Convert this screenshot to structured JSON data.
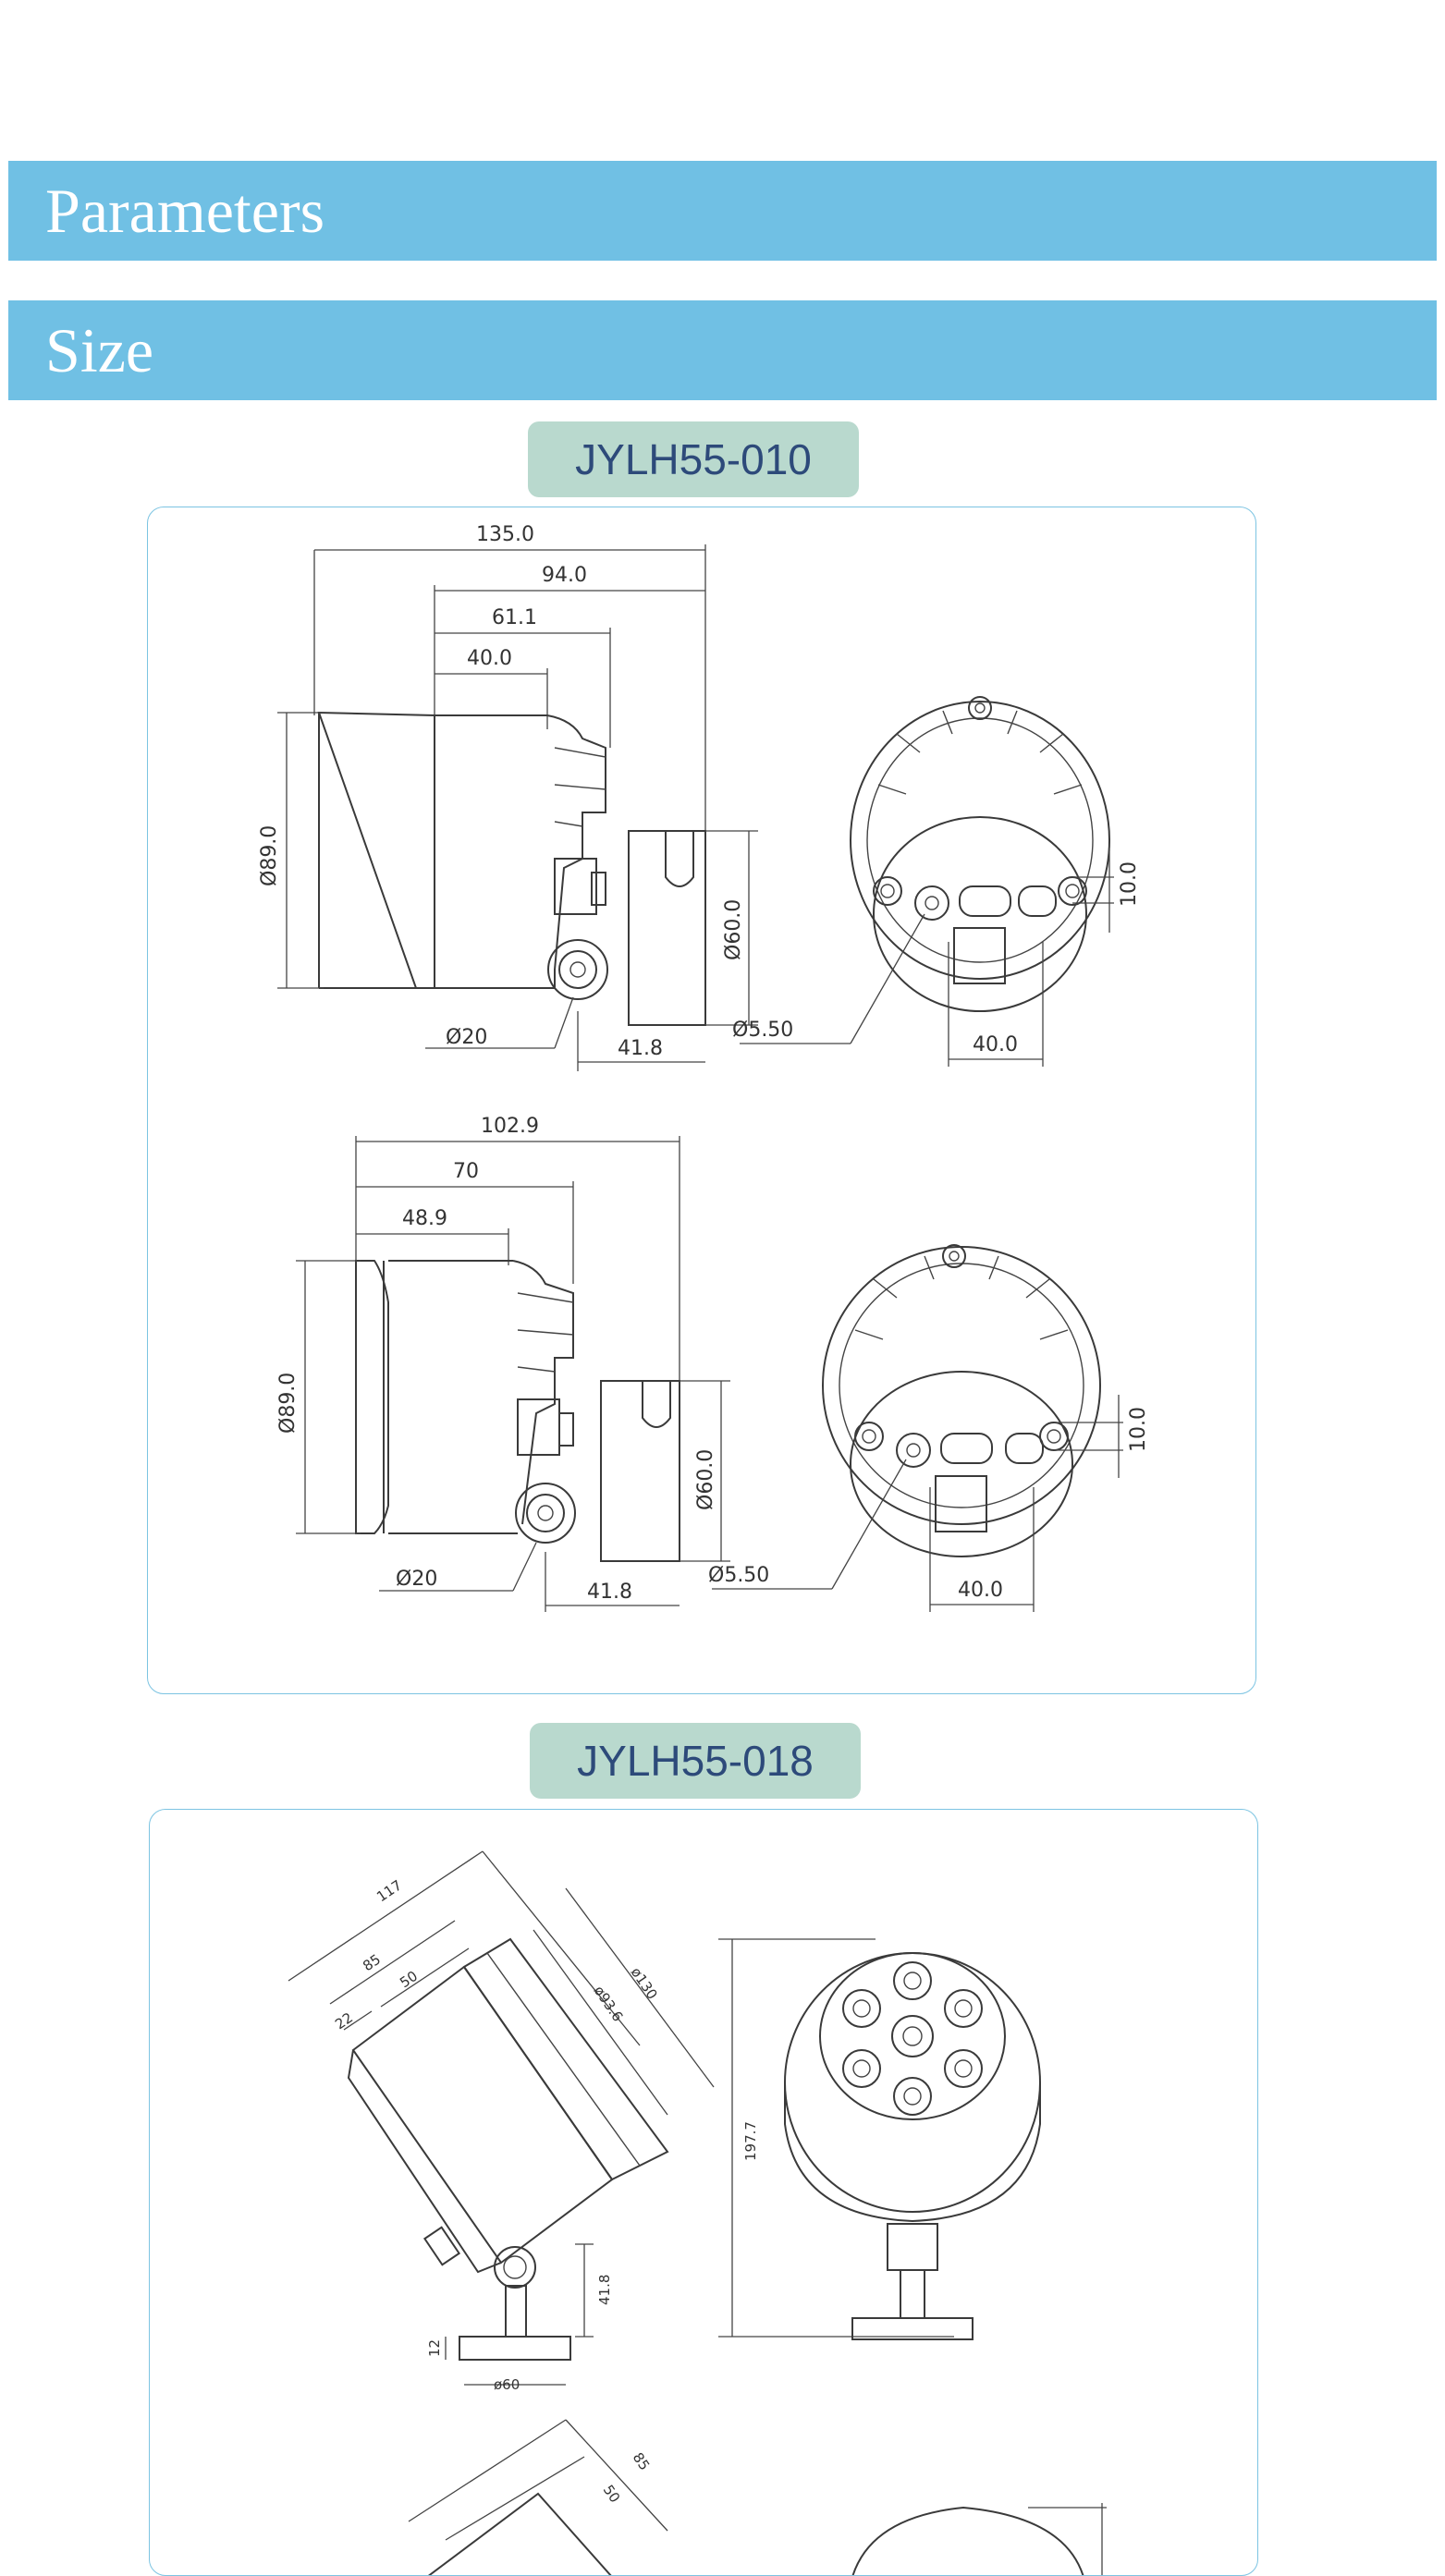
{
  "sections": {
    "parameters": "Parameters",
    "size": "Size"
  },
  "models": [
    {
      "name": "JYLH55-010",
      "views": [
        {
          "top_dims": [
            "135.0",
            "94.0",
            "61.1",
            "40.0"
          ],
          "height_dim": "Ø89.0",
          "mount_dim": "Ø60.0",
          "knob_dim": "Ø20",
          "offset_dim": "41.8",
          "hole_dim": "Ø5.50",
          "rear_width_dim": "40.0",
          "rear_height_dim": "10.0"
        },
        {
          "top_dims": [
            "102.9",
            "70",
            "48.9"
          ],
          "height_dim": "Ø89.0",
          "mount_dim": "Ø60.0",
          "knob_dim": "Ø20",
          "offset_dim": "41.8",
          "hole_dim": "Ø5.50",
          "rear_width_dim": "40.0",
          "rear_height_dim": "10.0"
        }
      ]
    },
    {
      "name": "JYLH55-018",
      "views": [
        {
          "dims": [
            "117",
            "85",
            "50",
            "22",
            "ø130",
            "ø93.6",
            "41.8",
            "12",
            "ø60",
            "197.7"
          ]
        },
        {
          "dims": [
            "85",
            "50"
          ]
        }
      ]
    }
  ]
}
